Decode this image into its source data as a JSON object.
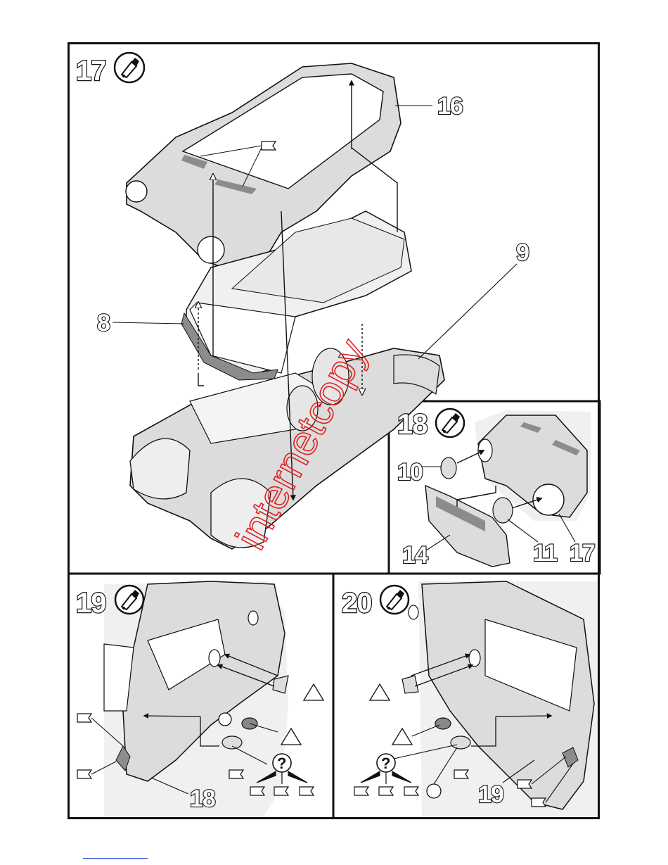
{
  "steps": {
    "s17": {
      "number": "17",
      "icon": "glue-tube-icon",
      "labels": {
        "p16": "16",
        "p9": "9",
        "p8": "8"
      }
    },
    "s18": {
      "number": "18",
      "icon": "glue-tube-icon",
      "labels": {
        "p10": "10",
        "p11": "11",
        "p14": "14",
        "p17": "17"
      }
    },
    "s19": {
      "number": "19",
      "icon": "glue-tube-icon",
      "labels": {
        "p18": "18"
      },
      "question": "?"
    },
    "s20": {
      "number": "20",
      "icon": "glue-tube-icon",
      "labels": {
        "p19": "19"
      },
      "question": "?"
    }
  },
  "watermark": "internetcopy",
  "colors": {
    "part_fill": "#dcdcdc",
    "part_dark": "#8c8c8c",
    "outline": "#111111",
    "shade": "#f0f0f0",
    "watermark": "#e02020"
  }
}
